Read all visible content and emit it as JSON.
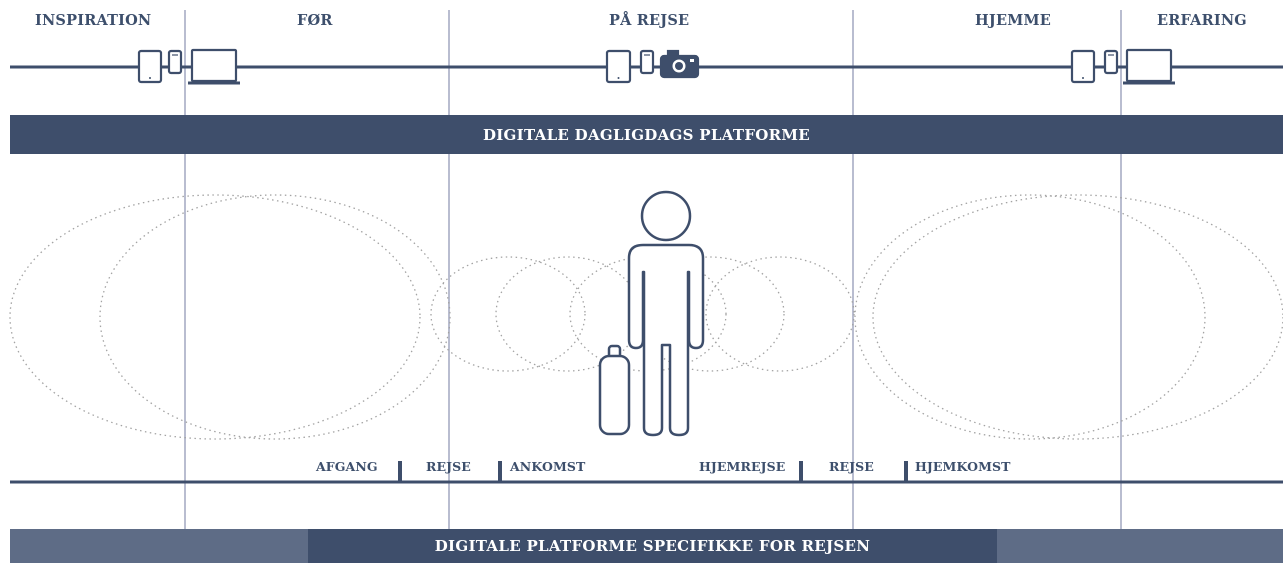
{
  "stages": {
    "inspiration": "INSPIRATION",
    "foer": "FØR",
    "paa_rejse": "PÅ REJSE",
    "hjemme": "HJEMME",
    "erfaring": "ERFARING"
  },
  "banners": {
    "top": "DIGITALE DAGLIGDAGS PLATFORME",
    "bottom": "DIGITALE PLATFORME SPECIFIKKE FOR REJSEN"
  },
  "sub_stages": {
    "afgang": "AFGANG",
    "rejse_1": "REJSE",
    "ankomst": "ANKOMST",
    "hjemrejse": "HJEMREJSE",
    "rejse_2": "REJSE",
    "hjemkomst": "HJEMKOMST"
  },
  "icons": {
    "left_group": [
      "tablet-icon",
      "phone-icon",
      "laptop-icon"
    ],
    "center_group": [
      "tablet-icon",
      "phone-icon",
      "camera-icon"
    ],
    "right_group": [
      "tablet-icon",
      "phone-icon",
      "laptop-icon"
    ],
    "figure": "traveler-with-suitcase-icon"
  },
  "colors": {
    "primary": "#3e4e6b",
    "secondary_band": "#5e6c86",
    "divider": "#b9bdd0",
    "dotted": "#a3a3a3"
  }
}
